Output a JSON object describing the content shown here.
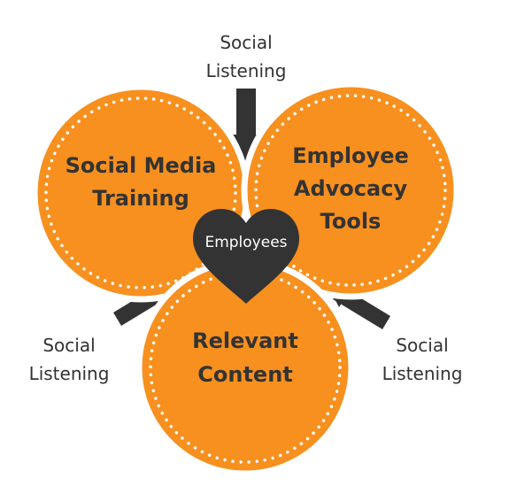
{
  "colors": {
    "circle_fill": "#f7901e",
    "circle_border": "#ffffff",
    "dark": "#333333",
    "text_light": "#ffffff",
    "background": "#ffffff"
  },
  "circles": {
    "training": {
      "line1": "Social Media",
      "line2": "Training"
    },
    "advocacy": {
      "line1": "Employee",
      "line2": "Advocacy",
      "line3": "Tools"
    },
    "content": {
      "line1": "Relevant",
      "line2": "Content"
    }
  },
  "heart": {
    "label": "Employees"
  },
  "listening": {
    "top": {
      "line1": "Social",
      "line2": "Listening",
      "arrow_icon": "arrow-down-icon"
    },
    "left": {
      "line1": "Social",
      "line2": "Listening",
      "arrow_icon": "arrow-up-right-icon"
    },
    "right": {
      "line1": "Social",
      "line2": "Listening",
      "arrow_icon": "arrow-up-left-icon"
    }
  }
}
